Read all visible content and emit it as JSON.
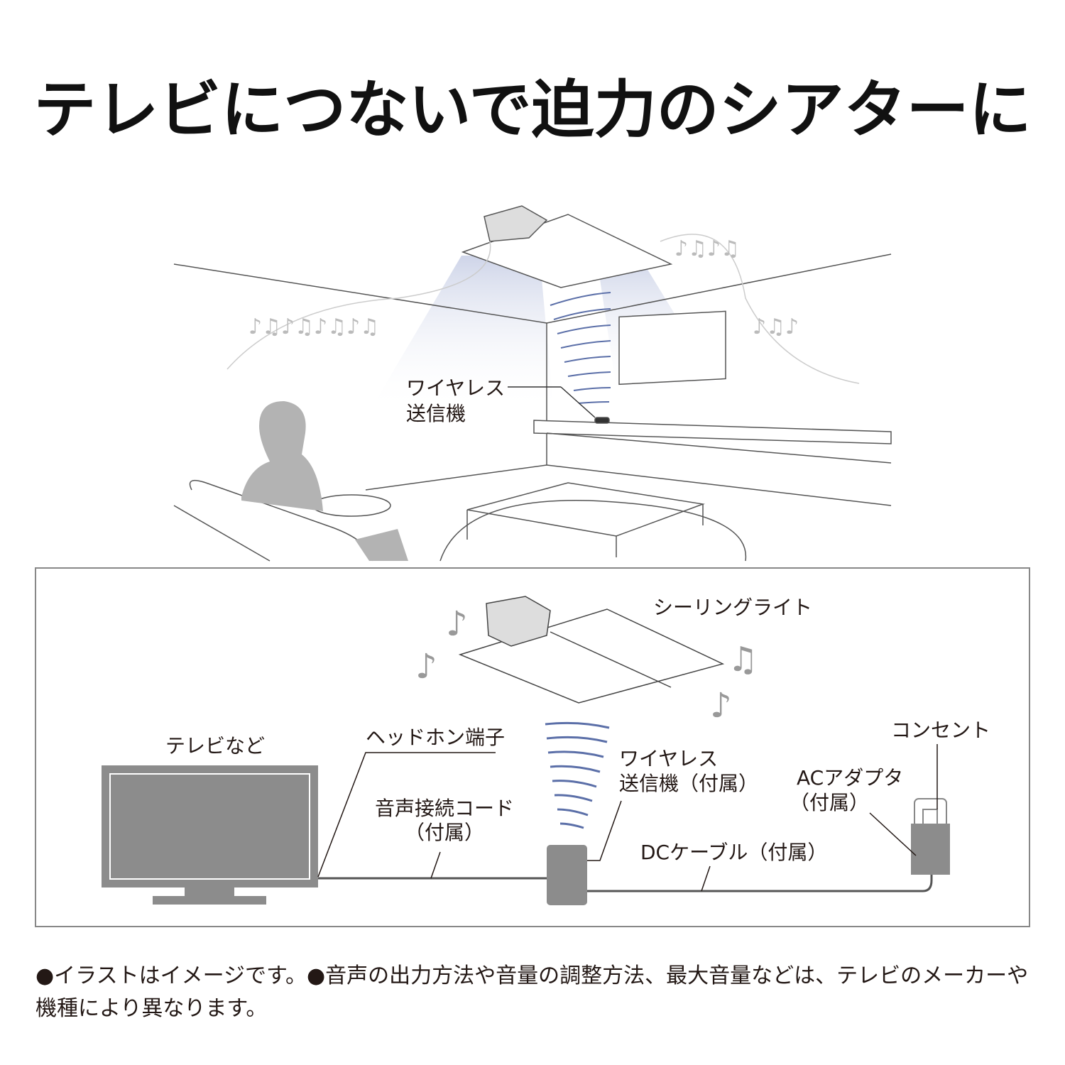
{
  "title": "テレビにつないで迫力のシアターに",
  "scene": {
    "transmitter_label_line1": "ワイヤレス",
    "transmitter_label_line2": "送信機"
  },
  "diagram": {
    "ceiling_light": "シーリングライト",
    "tv": "テレビなど",
    "headphone_jack": "ヘッドホン端子",
    "audio_cord_line1": "音声接続コード",
    "audio_cord_line2": "（付属）",
    "transmitter_line1": "ワイヤレス",
    "transmitter_line2": "送信機（付属）",
    "ac_adapter_line1": "ACアダプタ",
    "ac_adapter_line2": "（付属）",
    "outlet": "コンセント",
    "dc_cable": "DCケーブル（付属）"
  },
  "footnote": "●イラストはイメージです。●音声の出力方法や音量の調整方法、最大音量などは、テレビのメーカーや機種により異なります。",
  "colors": {
    "wave": "#5b6fa8",
    "device_gray": "#8c8c8c",
    "person_gray": "#b3b3b3",
    "frame": "#888888"
  }
}
